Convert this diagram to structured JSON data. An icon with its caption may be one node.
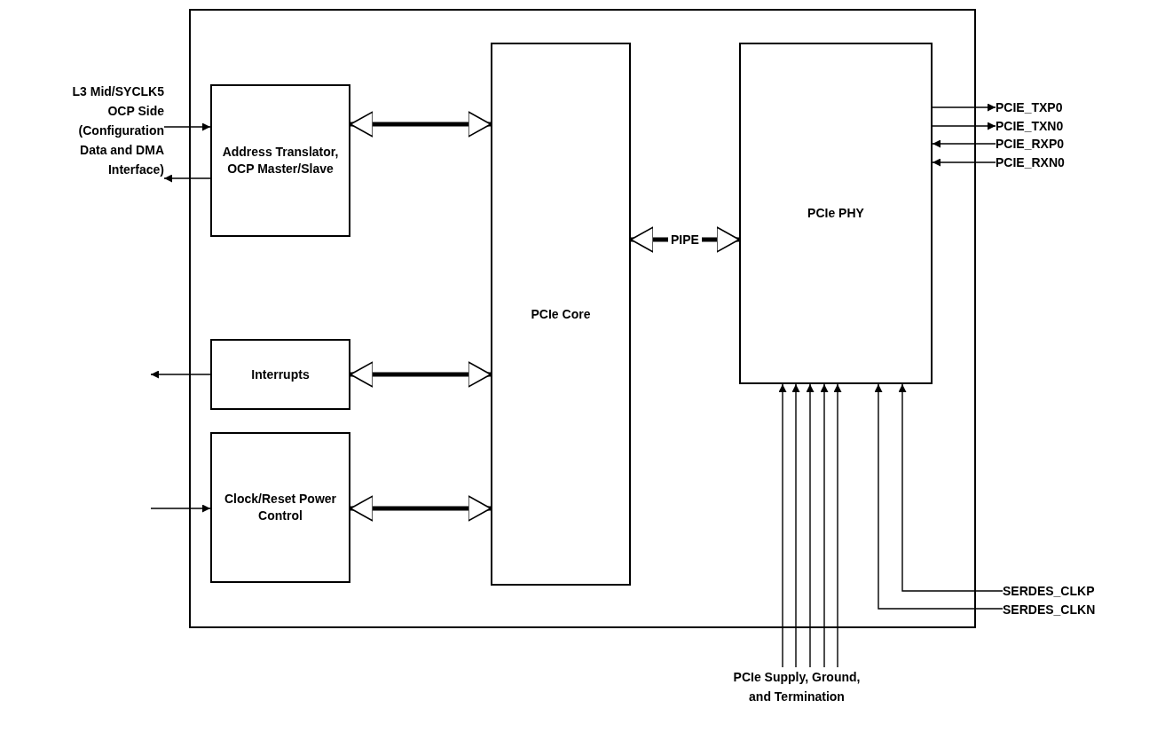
{
  "diagram": {
    "nodes": [
      {
        "text": [],
        "shape": "box"
      },
      {
        "text": [
          "L3 Mid/SYCLK5 OCP Side (Configuration Data and DMA Interface)"
        ]
      },
      {
        "text": [
          "Address Translator, OCP Master/Slave"
        ],
        "in": 0
      },
      {
        "text": [
          "Interrupts"
        ],
        "in": 0
      },
      {
        "text": [
          "Clock/Reset Power Control"
        ],
        "in": 0
      },
      {
        "text": [
          "PCIe Core"
        ],
        "in": 0
      },
      {
        "text": [
          "PCIe PHY"
        ],
        "in": 0
      },
      {
        "text": [
          "PCIE_TXP0"
        ]
      },
      {
        "text": [
          "PCIE_TXN0"
        ]
      },
      {
        "text": [
          "PCIE_RXP0"
        ]
      },
      {
        "text": [
          "PCIE_RXN0"
        ]
      },
      {
        "text": [
          "SERDES_CLKP"
        ]
      },
      {
        "text": [
          "SERDES_CLKN"
        ]
      },
      {
        "text": [
          "PCIe Supply, Ground, and Termination"
        ]
      }
    ],
    "edges": [
      {
        "from": 1,
        "to": 2,
        "arrow": "to"
      },
      {
        "from": 2,
        "to": 1,
        "arrow": "to"
      },
      {
        "from": 3,
        "to": null,
        "arrow": "to"
      },
      {
        "from": null,
        "to": 4,
        "arrow": "to"
      },
      {
        "from": 2,
        "to": 5,
        "arrow": "both",
        "style": "thick"
      },
      {
        "from": 3,
        "to": 5,
        "arrow": "both",
        "style": "thick"
      },
      {
        "from": 4,
        "to": 5,
        "arrow": "both",
        "style": "thick"
      },
      {
        "from": 5,
        "to": 6,
        "arrow": "both",
        "style": "thick",
        "label": "PIPE"
      },
      {
        "from": 6,
        "to": 7,
        "arrow": "to"
      },
      {
        "from": 6,
        "to": 8,
        "arrow": "to"
      },
      {
        "from": 9,
        "to": 6,
        "arrow": "to"
      },
      {
        "from": 10,
        "to": 6,
        "arrow": "to"
      },
      {
        "from": 11,
        "to": 6,
        "arrow": "to"
      },
      {
        "from": 12,
        "to": 6,
        "arrow": "to"
      },
      {
        "from": 13,
        "to": 6,
        "arrow": "to"
      },
      {
        "from": 13,
        "to": 6,
        "arrow": "to"
      },
      {
        "from": 13,
        "to": 6,
        "arrow": "to"
      },
      {
        "from": 13,
        "to": 6,
        "arrow": "to"
      },
      {
        "from": 13,
        "to": 6,
        "arrow": "to"
      }
    ]
  }
}
